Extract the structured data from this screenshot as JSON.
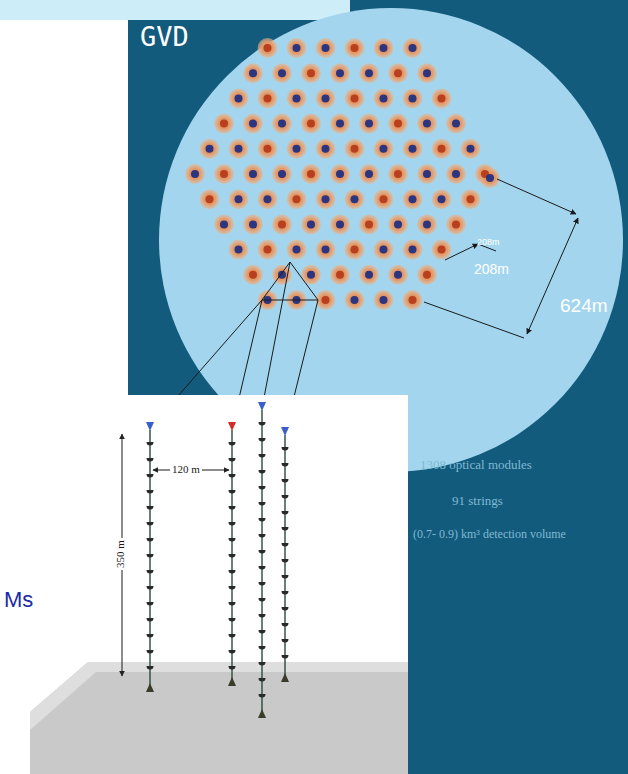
{
  "diagram": {
    "title": "GVD",
    "labels": [
      "208m",
      "208m",
      "624m",
      "120 m",
      "350 m",
      "1308 optical modules",
      "91 strings",
      "(0.7- 0.9) km³ detection volume",
      "Ms"
    ]
  }
}
